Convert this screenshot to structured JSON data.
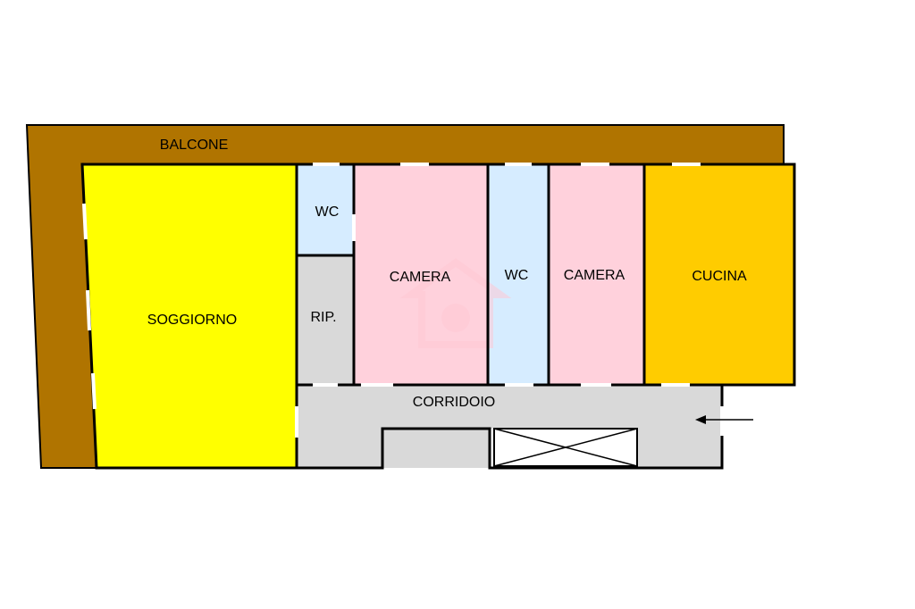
{
  "colors": {
    "balcony": "#b07400",
    "living": "#ffff00",
    "bathroom": "#d6ecff",
    "storage": "#d9d9d9",
    "bedroom": "#ffd1dc",
    "kitchen": "#ffcc00",
    "corridor": "#d9d9d9",
    "wall": "#000000",
    "watermark": "#ffc8d4"
  },
  "rooms": {
    "balcone": "BALCONE",
    "soggiorno": "SOGGIORNO",
    "wc_small": "WC",
    "ripostiglio": "RIP.",
    "camera_1": "CAMERA",
    "wc_large": "WC",
    "camera_2": "CAMERA",
    "cucina": "CUCINA",
    "corridoio": "CORRIDOIO"
  },
  "icons": {
    "entrance": "arrow-left-icon",
    "stairwell": "cross-box-icon",
    "watermark": "house-watermark-icon"
  }
}
